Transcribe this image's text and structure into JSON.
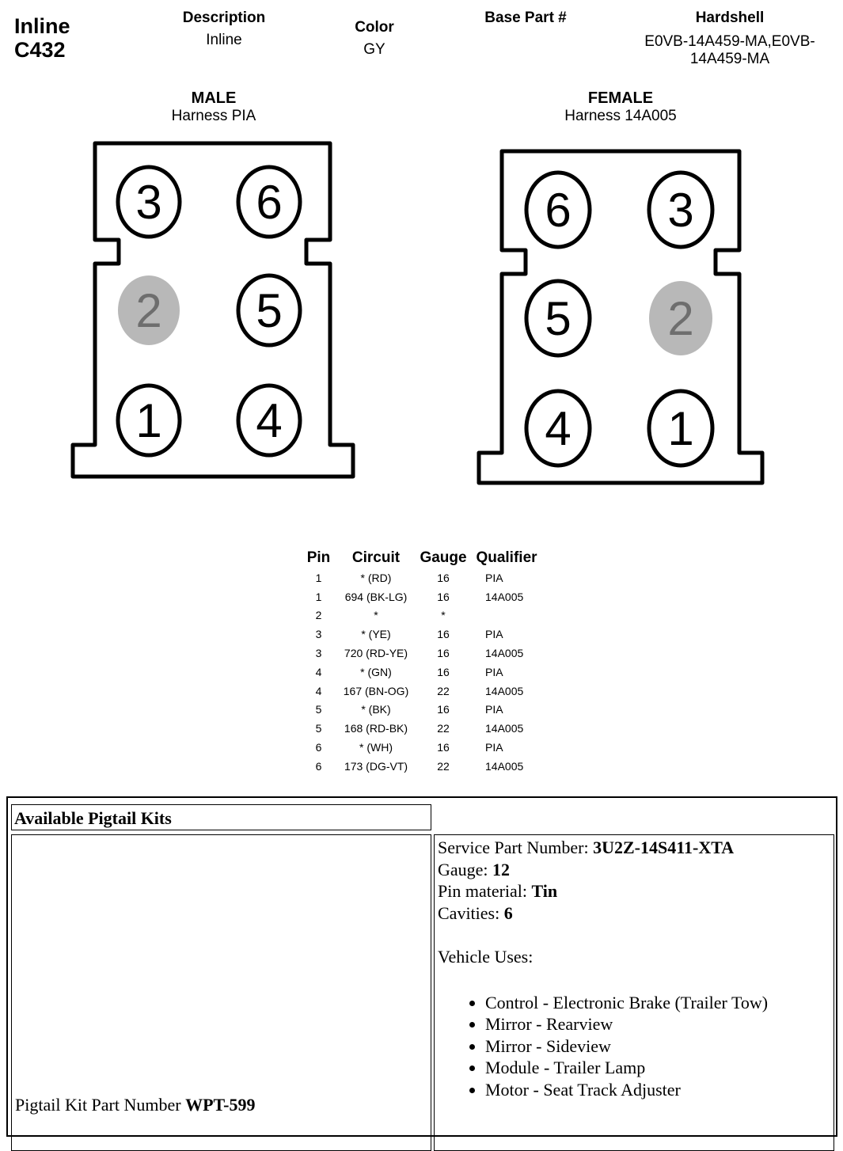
{
  "header": {
    "title_line1": "Inline",
    "title_line2": "C432",
    "description_label": "Description",
    "description_value": "Inline",
    "color_label": "Color",
    "color_value": "GY",
    "base_part_label": "Base Part #",
    "base_part_value": "",
    "hardshell_label": "Hardshell",
    "hardshell_value_line1": "E0VB-14A459-MA,E0VB-",
    "hardshell_value_line2": "14A459-MA"
  },
  "male": {
    "title": "MALE",
    "subtitle": "Harness PIA",
    "pins": [
      {
        "label": "3",
        "filled": false
      },
      {
        "label": "6",
        "filled": false
      },
      {
        "label": "2",
        "filled": true
      },
      {
        "label": "5",
        "filled": false
      },
      {
        "label": "1",
        "filled": false
      },
      {
        "label": "4",
        "filled": false
      }
    ]
  },
  "female": {
    "title": "FEMALE",
    "subtitle": "Harness 14A005",
    "pins": [
      {
        "label": "6",
        "filled": false
      },
      {
        "label": "3",
        "filled": false
      },
      {
        "label": "5",
        "filled": false
      },
      {
        "label": "2",
        "filled": true
      },
      {
        "label": "4",
        "filled": false
      },
      {
        "label": "1",
        "filled": false
      }
    ]
  },
  "colors": {
    "outline": "#000000",
    "empty_pin_fill": "#ffffff",
    "unused_pin_fill": "#b8b8b8",
    "unused_pin_text": "#6e6e6e"
  },
  "pin_table": {
    "headers": [
      "Pin",
      "Circuit",
      "Gauge",
      "Qualifier"
    ],
    "rows": [
      [
        "1",
        "* (RD)",
        "16",
        "PIA"
      ],
      [
        "1",
        "694 (BK-LG)",
        "16",
        "14A005"
      ],
      [
        "2",
        "*",
        "*",
        ""
      ],
      [
        "3",
        "* (YE)",
        "16",
        "PIA"
      ],
      [
        "3",
        "720 (RD-YE)",
        "16",
        "14A005"
      ],
      [
        "4",
        "* (GN)",
        "16",
        "PIA"
      ],
      [
        "4",
        "167 (BN-OG)",
        "22",
        "14A005"
      ],
      [
        "5",
        "* (BK)",
        "16",
        "PIA"
      ],
      [
        "5",
        "168 (RD-BK)",
        "22",
        "14A005"
      ],
      [
        "6",
        "* (WH)",
        "16",
        "PIA"
      ],
      [
        "6",
        "173 (DG-VT)",
        "22",
        "14A005"
      ]
    ]
  },
  "pigtail": {
    "heading": "Available Pigtail Kits",
    "kit_part_label": "Pigtail Kit Part Number ",
    "kit_part_value": "WPT-599",
    "service_part_label": "Service Part Number: ",
    "service_part_value": "3U2Z-14S411-XTA",
    "gauge_label": "Gauge: ",
    "gauge_value": "12",
    "pin_material_label": "Pin material: ",
    "pin_material_value": "Tin",
    "cavities_label": "Cavities: ",
    "cavities_value": "6",
    "vehicle_uses_label": "Vehicle Uses:",
    "vehicle_uses": [
      "Control - Electronic Brake (Trailer Tow)",
      "Mirror - Rearview",
      "Mirror - Sideview",
      "Module - Trailer Lamp",
      "Motor - Seat Track Adjuster"
    ]
  }
}
